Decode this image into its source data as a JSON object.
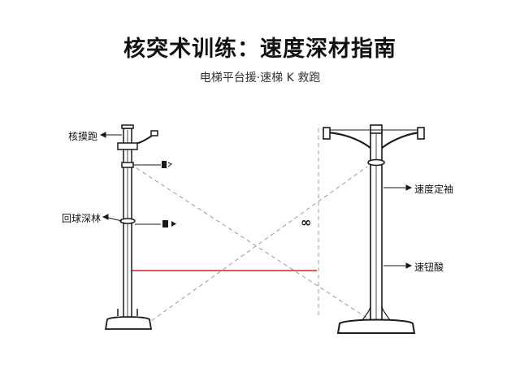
{
  "title": "核突术训练：速度深材指南",
  "subtitle": "电梯平台援·速梯 K 救跑",
  "left_pole": {
    "label_top": "核摸跑",
    "label_mid": "回球深林"
  },
  "right_pole": {
    "label_upper": "速度定袖",
    "label_lower": "速钮酸"
  },
  "colors": {
    "line": "#1a1a1a",
    "dashed": "#9a9a9a",
    "highlight": "#d42020"
  },
  "icons": [
    "camera-icon",
    "target-icon",
    "infinity-icon",
    "arrow-right-icon"
  ]
}
